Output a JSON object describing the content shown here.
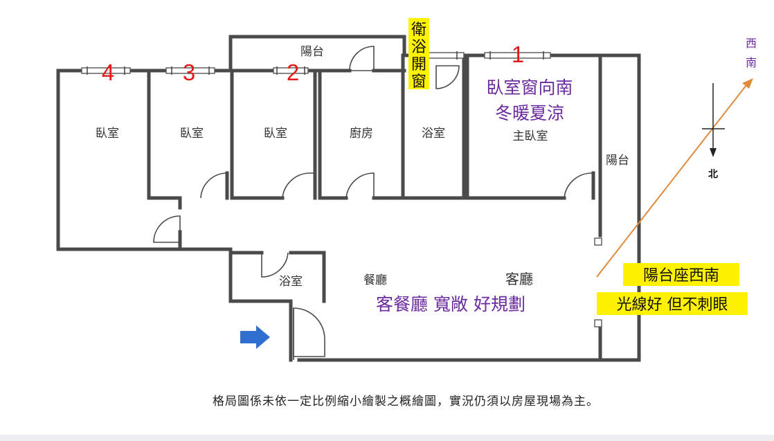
{
  "window_numbers": [
    "1",
    "2",
    "3",
    "4"
  ],
  "rooms": {
    "bedroom_4": "臥室",
    "bedroom_3": "臥室",
    "bedroom_2": "臥室",
    "kitchen": "廚房",
    "bathroom_top": "浴室",
    "master_bedroom": "主臥室",
    "balcony_top": "陽台",
    "balcony_right": "陽台",
    "bathroom_bottom": "浴室",
    "dining": "餐廳",
    "living": "客廳"
  },
  "bathroom_window_label": [
    "衛",
    "浴",
    "開",
    "窗"
  ],
  "notes": {
    "bedroom_window_line1": "臥室窗向南",
    "bedroom_window_line2": "冬暖夏涼",
    "living_dining": "客餐廳 寬敞 好規劃",
    "balcony_line1": "陽台座西南",
    "balcony_line2": "光線好 但不刺眼"
  },
  "compass": {
    "southwest_chars": [
      "西",
      "南"
    ],
    "north": "北"
  },
  "disclaimer": "格局圖係未依一定比例縮小繪製之概繪圖，實況仍須以房屋現場為主。",
  "colors": {
    "wall": "#4a4a4a",
    "window_number": "#e21a1a",
    "note_text": "#6b2a9e",
    "highlight": "#fff200",
    "orientation_line": "#e08a3c",
    "entry_arrow": "#2f6fd0"
  }
}
